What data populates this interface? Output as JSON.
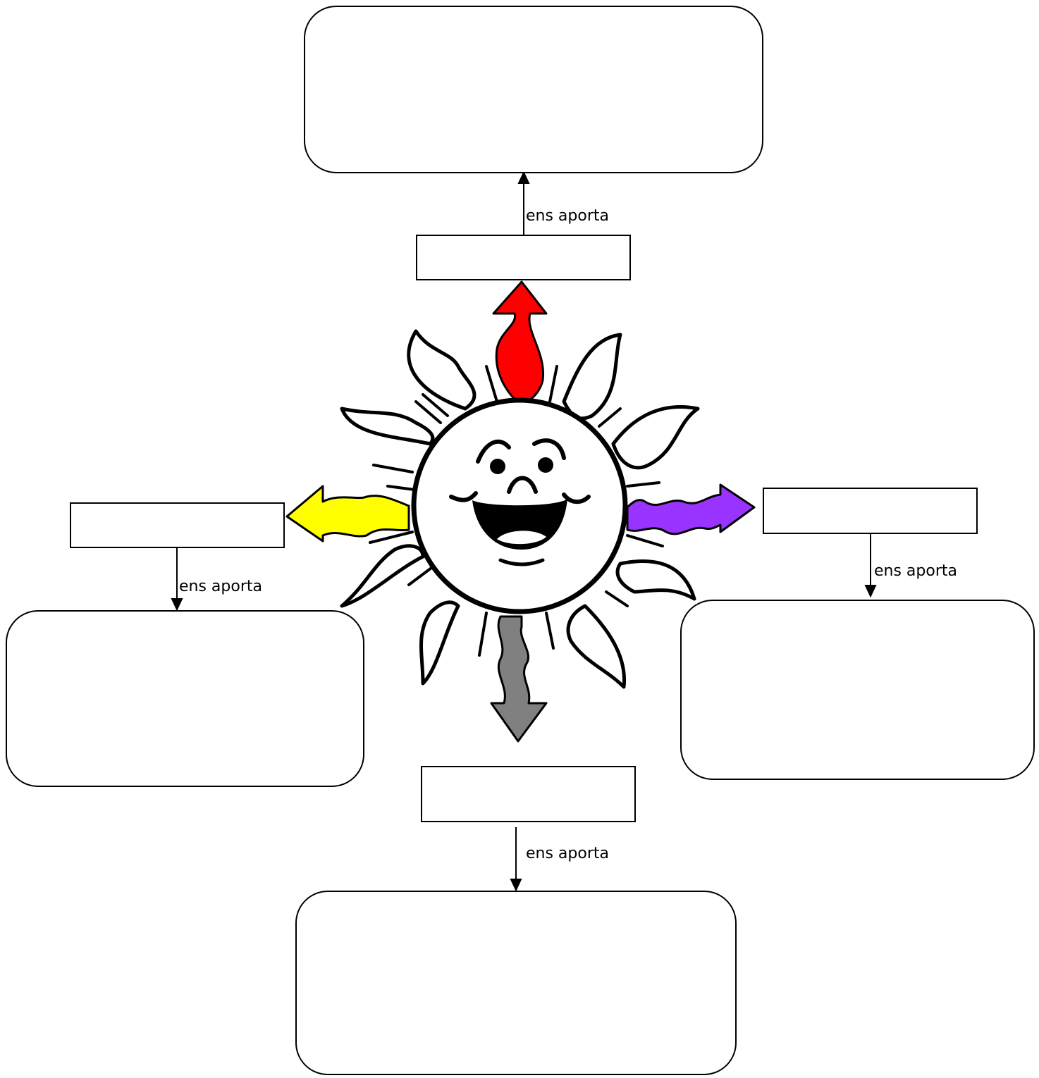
{
  "labels": {
    "top": "ens aporta",
    "left": "ens aporta",
    "right": "ens aporta",
    "bottom": "ens aporta"
  },
  "colors": {
    "top_arrow": "#ff0000",
    "left_arrow": "#ffff00",
    "right_arrow": "#9933ff",
    "bottom_arrow": "#808080"
  },
  "boxes": {
    "top_label_box": "",
    "left_label_box": "",
    "right_label_box": "",
    "bottom_label_box": "",
    "top_result_box": "",
    "left_result_box": "",
    "right_result_box": "",
    "bottom_result_box": ""
  }
}
